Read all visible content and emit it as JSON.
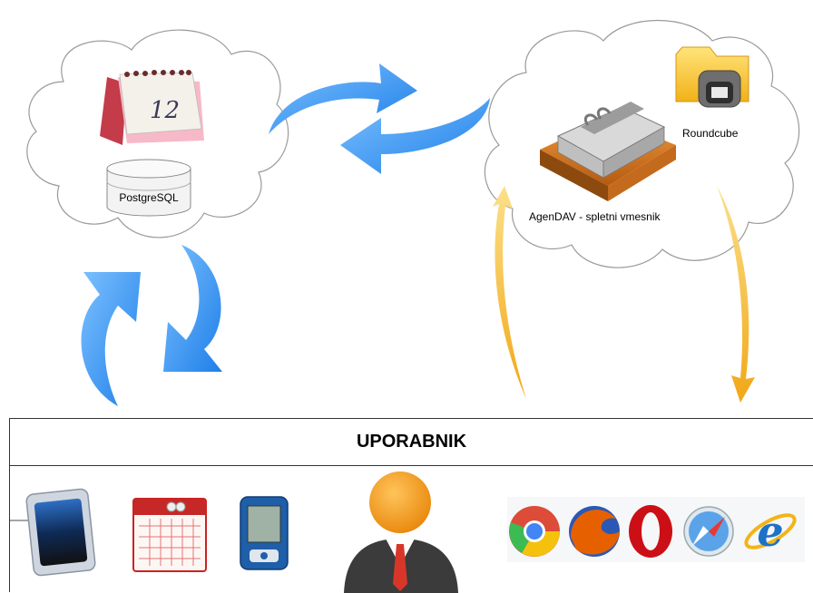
{
  "server_cloud": {
    "calendar_icon_text": "12",
    "database_label": "PostgreSQL"
  },
  "client_cloud": {
    "app_label": "AgenDAV  - spletni vmesnik",
    "mail_label": "Roundcube"
  },
  "user_panel": {
    "title": "UPORABNIK"
  },
  "icons": [
    "calendar-icon",
    "database-icon",
    "notebook-icon",
    "folder-icon",
    "tablet-icon",
    "calendar-grid-icon",
    "pda-icon",
    "user-avatar-icon",
    "chrome-icon",
    "firefox-icon",
    "opera-icon",
    "safari-icon",
    "ie-icon"
  ],
  "colors": {
    "blue_arrow": "#3a95f2",
    "orange_arrow": "#f3b51e",
    "cloud_stroke": "#9a9a9a"
  }
}
